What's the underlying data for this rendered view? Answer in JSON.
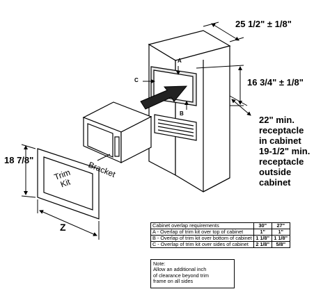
{
  "dimensions": {
    "width_label": "25 1/2\" ± 1/8\"",
    "height_label": "16 3/4\" ± 1/8\"",
    "trim_height_label": "18 7/8\"",
    "trim_width_label": "Z"
  },
  "callouts": {
    "a": "A",
    "b": "B",
    "c": "C"
  },
  "labels": {
    "bracket": "Bracket",
    "trim_kit": [
      "Trim",
      "Kit"
    ]
  },
  "receptacle_note": [
    "22\" min.",
    "receptacle",
    "in cabinet",
    "19-1/2\" min.",
    "receptacle",
    "outside",
    "cabinet"
  ],
  "overlap_table": {
    "header": [
      "Cabinet overlap requirements",
      "30\"",
      "27\""
    ],
    "rows": [
      [
        "A - Overlap of trim kit over top of cabinet",
        "1\"",
        "1\""
      ],
      [
        "B - Overlap of trim kit over bottom of cabinet",
        "1 1/8\"",
        "1 1/8\""
      ],
      [
        "C - Overlap of trim kit over sides of cabinet",
        "2 1/8\"",
        "5/8\""
      ]
    ]
  },
  "note": {
    "title": "Note:",
    "lines": [
      "Allow an additional inch",
      "of clearance beyond trim",
      "frame on all sides"
    ]
  }
}
